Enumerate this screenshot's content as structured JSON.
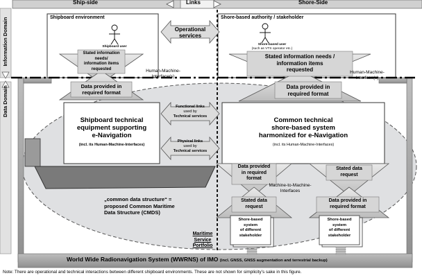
{
  "header": {
    "ship_side": "Ship-side",
    "links": "Links",
    "shore_side": "Shore-Side"
  },
  "domains": {
    "information": "Information Domain",
    "data": "Data Domain"
  },
  "ship": {
    "environment": "Shipboard environment",
    "user": "Shipboard user",
    "stated_needs": [
      "Stated information",
      "needs/",
      "information items",
      "requested"
    ],
    "data_provided": [
      "Data provided in",
      "required format"
    ],
    "equipment_title": [
      "Shipboard technical",
      "equipment supporting",
      "e-Navigation"
    ],
    "equipment_sub": "(incl. its Human-Machine-Interfaces)"
  },
  "shore": {
    "authority": "Shore-based authority / stakeholder",
    "user": "Shore-based user",
    "user_sub": "(such as VTS operator etc.)",
    "stated_needs": [
      "Stated information needs /",
      "information items",
      "requested"
    ],
    "data_provided": [
      "Data provided in",
      "required format"
    ],
    "system_title": [
      "Common technical",
      "shore-based system",
      "harmonized for e-Navigation"
    ],
    "system_sub": "(incl. its Human-Machine-Interfaces)",
    "dp_left": [
      "Data provided",
      "in required",
      "format"
    ],
    "sdr_right": [
      "Stated data",
      "request"
    ],
    "sdr_left": [
      "Stated data",
      "request"
    ],
    "dp_right": [
      "Data provided in",
      "required format"
    ],
    "m2m": [
      "Machine-to-Machine-",
      "Interfaces"
    ],
    "stakeholder_box": [
      "Shore-based",
      "system",
      "of different",
      "stakeholder"
    ]
  },
  "links": {
    "operational": [
      "Operational",
      "services"
    ],
    "functional": [
      "Functional links",
      "used by",
      "Technical services"
    ],
    "physical": [
      "Physical links",
      "used by",
      "Technical services"
    ]
  },
  "hmi_label": [
    "Human-Machine-",
    "Interface(s)"
  ],
  "cmds": [
    "„common data structure“ =",
    "proposed Common Maritime",
    "Data Structure (CMDS)"
  ],
  "msp": [
    "Maritime",
    "Service",
    "Portfolio"
  ],
  "wwrns": {
    "main": "World Wide Radionavigation System (WWRNS) of IMO",
    "sub": "(incl. GNSS, GNSS augmentation and terrestrial backup)"
  },
  "note": "Note: There are operational and technical interactions between different shipboard environments. These are not shown for simplicity’s sake in this figure."
}
